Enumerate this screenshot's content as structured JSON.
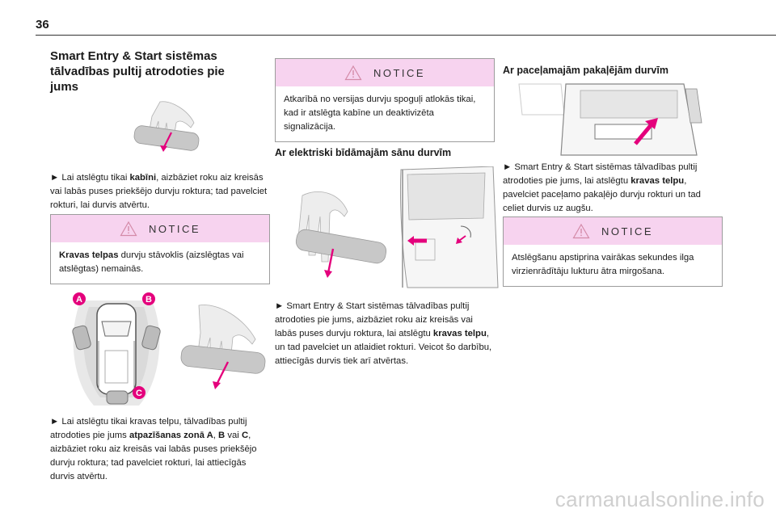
{
  "page_number": "36",
  "col1": {
    "heading": "Smart Entry & Start sistēmas tālvadības pultij atrodoties pie jums",
    "p1_pre": "► Lai atslēgtu tikai ",
    "p1_bold": "kabīni",
    "p1_post": ", aizbāziet roku aiz kreisās vai labās puses priekšējo durvju roktura; tad pavelciet rokturi, lai durvis atvērtu.",
    "notice_title": "NOTICE",
    "notice_bold": "Kravas telpas",
    "notice_rest": " durvju stāvoklis (aizslēgtas vai atslēgtas) nemainās.",
    "zone_a": "A",
    "zone_b": "B",
    "zone_c": "C",
    "p2_pre": "► Lai atslēgtu tikai kravas telpu, tālvadības pultij atrodoties pie jums ",
    "p2_bold1": "atpazīšanas zonā A",
    "p2_mid1": ", ",
    "p2_bold2": "B",
    "p2_mid2": " vai ",
    "p2_bold3": "C",
    "p2_post": ", aizbāziet roku aiz kreisās vai labās puses priekšējo durvju roktura; tad pavelciet rokturi, lai attiecīgās durvis atvērtu."
  },
  "col2": {
    "notice_title": "NOTICE",
    "notice_text": "Atkarībā no versijas durvju spoguļi atlokās tikai, kad ir atslēgta kabīne un deaktivizēta signalizācija.",
    "heading": "Ar elektriski bīdāmajām sānu durvīm",
    "p_pre": "► Smart Entry & Start sistēmas tālvadības pultij atrodoties pie jums, aizbāziet roku aiz kreisās vai labās puses durvju roktura, lai atslēgtu ",
    "p_bold": "kravas telpu",
    "p_post": ", un tad pavelciet un atlaidiet rokturi. Veicot šo darbību, attiecīgās durvis tiek arī atvērtas."
  },
  "col3": {
    "heading": "Ar paceļamajām pakaļējām durvīm",
    "p_pre": "► Smart Entry & Start sistēmas tālvadības pultij atrodoties pie jums, lai atslēgtu ",
    "p_bold": "kravas telpu",
    "p_post": ", pavelciet paceļamo pakaļējo durvju rokturi un tad celiet durvis uz augšu.",
    "notice_title": "NOTICE",
    "notice_text": "Atslēgšanu apstiprina vairākas sekundes ilga virzienrādītāju lukturu ātra mirgošana."
  },
  "footer": "carmanualsonline.info",
  "colors": {
    "notice_header": "#f7d3ef",
    "arrow": "#e4007c",
    "zone": "#e4007c"
  }
}
